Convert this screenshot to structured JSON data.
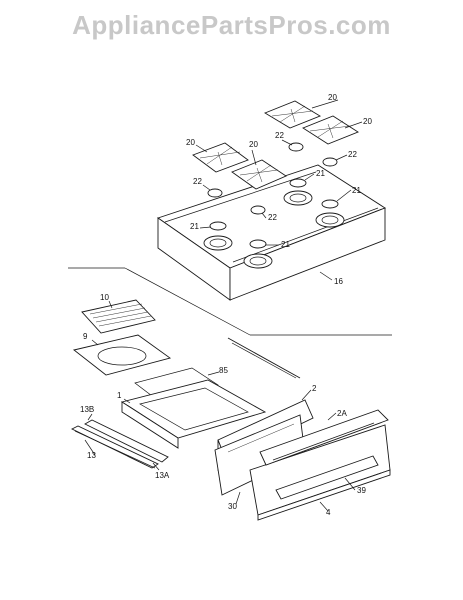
{
  "watermark": "AppliancePartsPros.com",
  "labels": {
    "grate_a": "20",
    "grate_b": "20",
    "grate_c": "20",
    "grate_d": "20",
    "cap_a": "22",
    "cap_b": "22",
    "cap_c": "22",
    "cap_d": "22",
    "head_a": "21",
    "head_b": "21",
    "head_c": "21",
    "head_d": "21",
    "cooktop": "16",
    "broiler_grid": "10",
    "broiler_pan": "9",
    "drawer_frame": "85",
    "drawer_side_right": "2",
    "drawer_body": "1",
    "slide_assy": "13B",
    "slide_rail": "13",
    "slide_rail_inner": "13A",
    "drawer_panel": "2A",
    "drawer_back": "30",
    "handle": "39",
    "drawer_front": "4"
  }
}
